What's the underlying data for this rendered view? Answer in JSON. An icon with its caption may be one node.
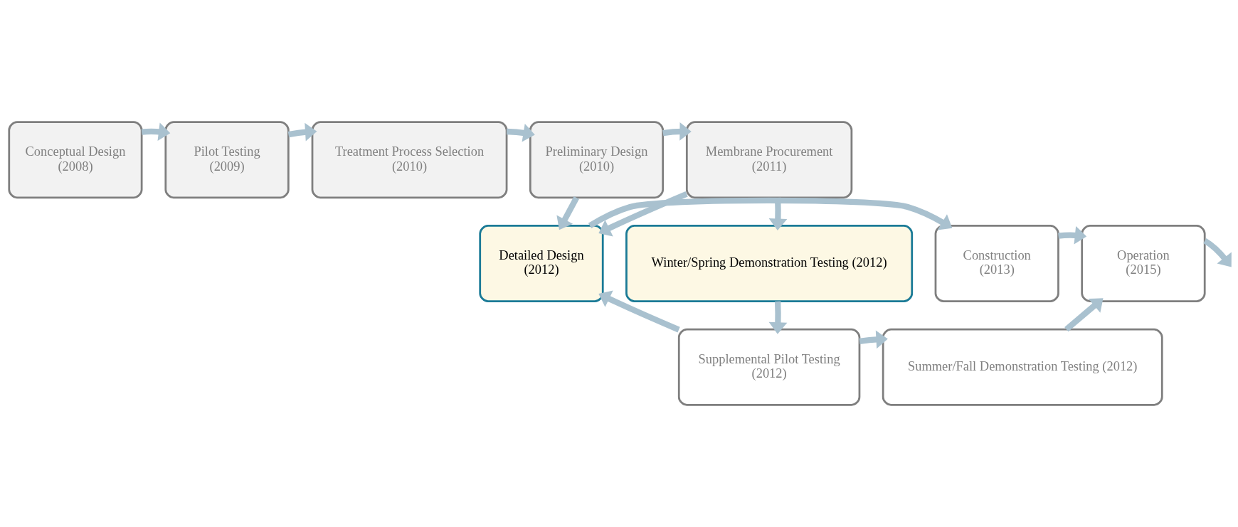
{
  "diagram": {
    "nodes": [
      {
        "text": [
          "Conceptual Design",
          "(2008)"
        ]
      },
      {
        "text": [
          "Pilot Testing",
          "(2009)"
        ]
      },
      {
        "text": [
          "Treatment Process Selection",
          "(2010)"
        ]
      },
      {
        "text": [
          "Preliminary Design",
          "(2010)"
        ]
      },
      {
        "text": [
          "Membrane Procurement",
          "(2011)"
        ]
      },
      {
        "text": [
          "Operation",
          "(2015)"
        ]
      },
      {
        "text": [
          "Construction",
          "(2013)"
        ]
      },
      {
        "text": [
          "Detailed Design",
          "(2012)"
        ]
      },
      {
        "text": [
          "Winter/Spring Demonstration Testing (2012)"
        ]
      },
      {
        "text": [
          "Summer/Fall Demonstration Testing (2012)"
        ]
      },
      {
        "text": [
          "Supplemental Pilot Testing",
          "(2012)"
        ]
      }
    ],
    "edges": [
      {
        "from": 0,
        "to": 1,
        "arrow": "to"
      },
      {
        "from": 1,
        "to": 2,
        "arrow": "to"
      },
      {
        "from": 2,
        "to": 3,
        "arrow": "to"
      },
      {
        "from": 3,
        "to": 4,
        "arrow": "to"
      },
      {
        "from": 3,
        "to": 7,
        "arrow": "to"
      },
      {
        "from": 4,
        "to": 7,
        "arrow": "to"
      },
      {
        "from": 4,
        "to": 8,
        "arrow": "to"
      },
      {
        "from": 7,
        "to": 6,
        "arrow": "to"
      },
      {
        "from": 6,
        "to": 5,
        "arrow": "to"
      },
      {
        "from": 5,
        "to": null,
        "arrow": "to"
      },
      {
        "from": 8,
        "to": 10,
        "arrow": "to"
      },
      {
        "from": 10,
        "to": 7,
        "arrow": "to"
      },
      {
        "from": 10,
        "to": 9,
        "arrow": "to"
      },
      {
        "from": 9,
        "to": 5,
        "arrow": "to"
      }
    ]
  }
}
